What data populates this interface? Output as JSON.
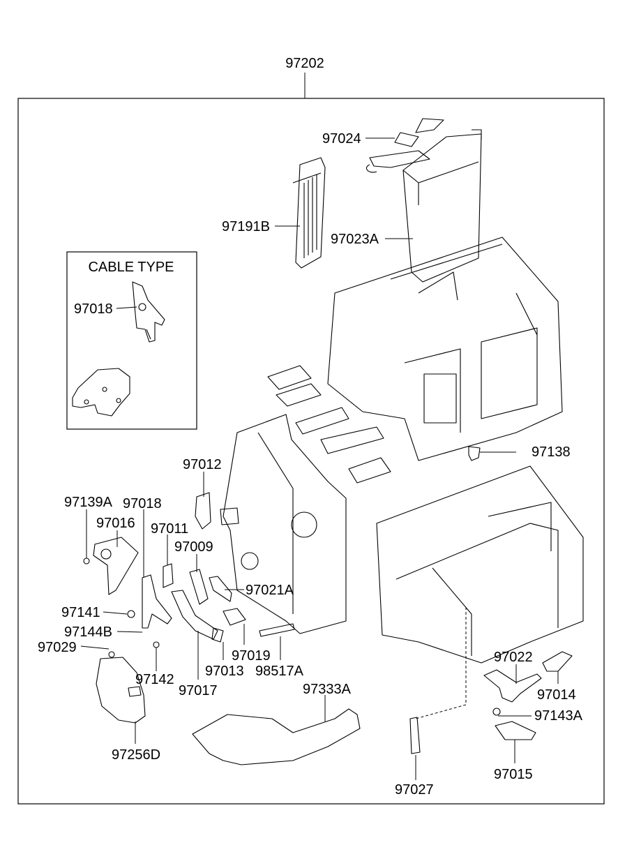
{
  "diagram": {
    "assembly_number": "97202",
    "inset_title": "CABLE TYPE",
    "inset_part": "97018",
    "part_labels": [
      "97024",
      "97191B",
      "97023A",
      "97138",
      "97012",
      "97139A",
      "97018",
      "97016",
      "97011",
      "97009",
      "97021A",
      "97141",
      "97144B",
      "97029",
      "97142",
      "97017",
      "97013",
      "97019",
      "98517A",
      "97333A",
      "97256D",
      "97022",
      "97014",
      "97143A",
      "97027",
      "97015"
    ]
  }
}
